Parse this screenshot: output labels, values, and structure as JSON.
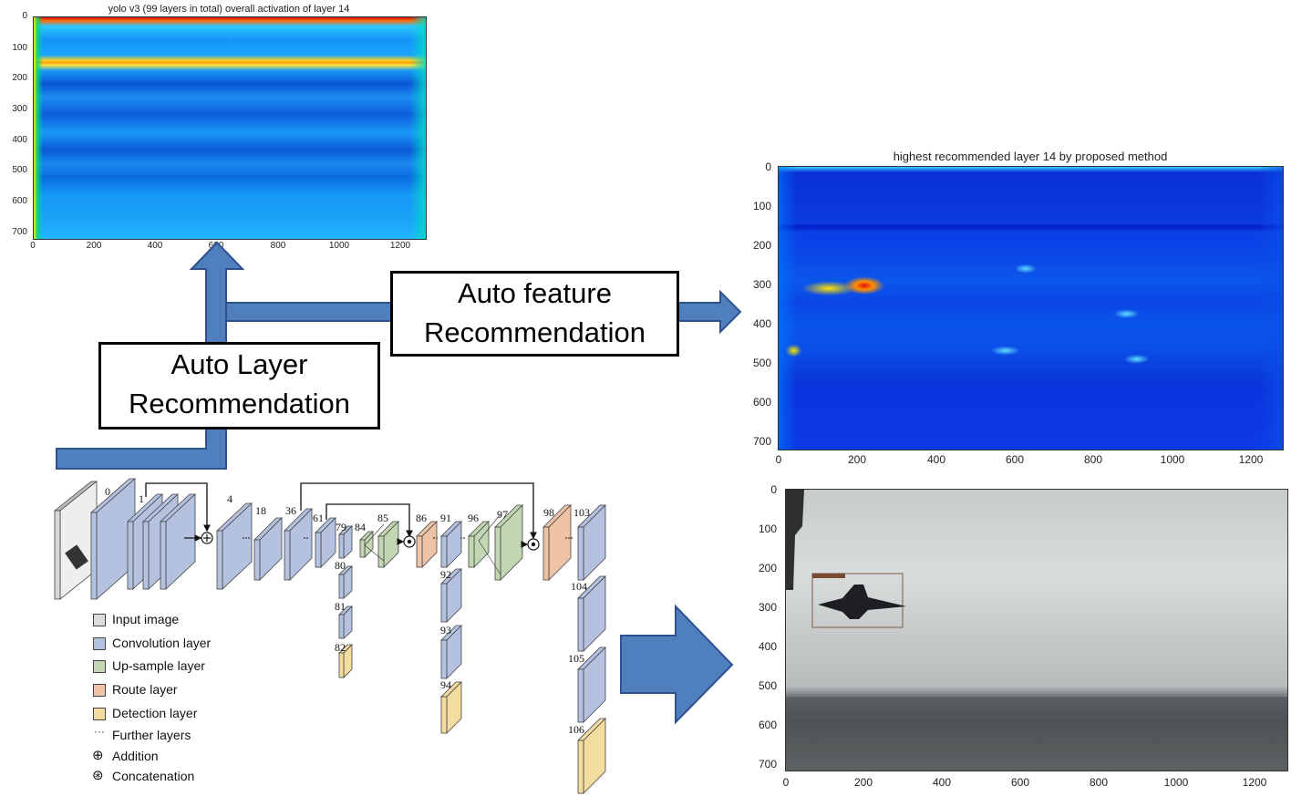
{
  "plot_top": {
    "title": "yolo v3 (99 layers in total) overall activation of layer 14",
    "xticks": [
      "0",
      "200",
      "400",
      "600",
      "800",
      "1000",
      "1200"
    ],
    "yticks": [
      "0",
      "100",
      "200",
      "300",
      "400",
      "500",
      "600",
      "700"
    ]
  },
  "plot_heat2": {
    "title": "highest recommended layer 14 by proposed method",
    "xticks": [
      "0",
      "200",
      "400",
      "600",
      "800",
      "1000",
      "1200"
    ],
    "yticks": [
      "0",
      "100",
      "200",
      "300",
      "400",
      "500",
      "600",
      "700"
    ]
  },
  "plot_photo": {
    "xticks": [
      "0",
      "200",
      "400",
      "600",
      "800",
      "1000",
      "1200"
    ],
    "yticks": [
      "0",
      "100",
      "200",
      "300",
      "400",
      "500",
      "600",
      "700"
    ]
  },
  "captions": {
    "auto_feature": [
      "Auto feature",
      "Recommendation"
    ],
    "auto_layer": [
      "Auto Layer",
      "Recommendation"
    ]
  },
  "network": {
    "layer_numbers": [
      "0",
      "1",
      "4",
      "18",
      "36",
      "61",
      "79",
      "84",
      "85",
      "86",
      "91",
      "96",
      "97",
      "98",
      "103",
      "80",
      "81",
      "82",
      "92",
      "93",
      "94",
      "104",
      "105",
      "106"
    ],
    "legend": [
      {
        "label": "Input image",
        "color": "#dcdcdc"
      },
      {
        "label": "Convolution layer",
        "color": "#b4c2e0"
      },
      {
        "label": "Up-sample layer",
        "color": "#c2d7b1"
      },
      {
        "label": "Route layer",
        "color": "#efc3a6"
      },
      {
        "label": "Detection layer",
        "color": "#f3dca0"
      },
      {
        "label": "Further layers",
        "symbol": "···"
      },
      {
        "label": "Addition",
        "symbol": "⊕"
      },
      {
        "label": "Concatenation",
        "symbol": "⊛"
      }
    ]
  },
  "colors": {
    "arrow_fill": "#4f7fbd",
    "arrow_stroke": "#2f528f"
  }
}
